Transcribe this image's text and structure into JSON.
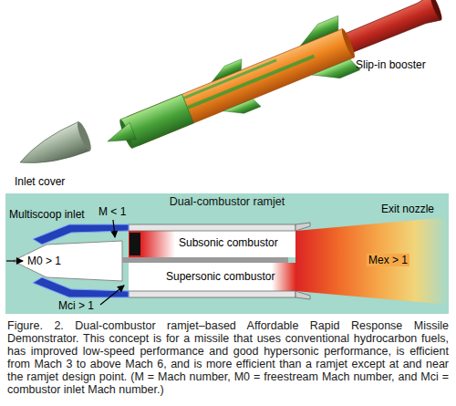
{
  "diagram": {
    "caption": "Figure. 2. Dual-combustor ramjet–based Affordable Rapid Response Missile Demonstrator. This concept is for a missile that uses conventional hydrocarbon fuels, has improved low-speed performance and good hypersonic performance, is efficient from Mach 3 to above Mach 6, and is more efficient than a ramjet except at and near the ramjet design point. (M = Mach number, M0 = freestream Mach number, and Mci = combustor inlet Mach number.)",
    "nodes": [
      {
        "text": [
          "Dual-combustor ramjet"
        ]
      }
    ],
    "labels": [
      "Inlet cover",
      "Slip-in booster",
      "Multiscoop inlet",
      "M < 1",
      "Subsonic combustor",
      "Supersonic combustor",
      "M0 > 1",
      "Mci > 1",
      "Mex > 1",
      "Exit nozzle"
    ]
  }
}
